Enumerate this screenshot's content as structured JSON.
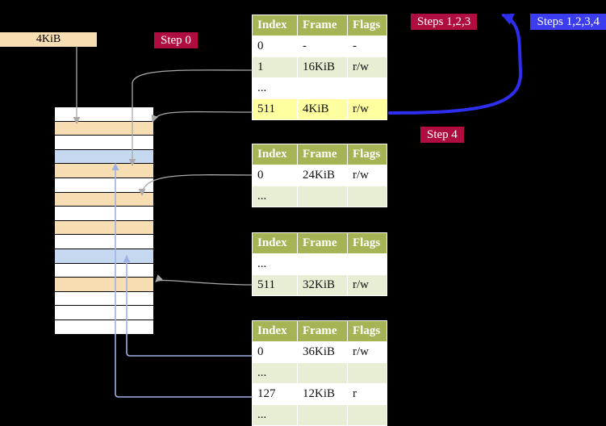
{
  "colors": {
    "crimson": "#b00d3f",
    "blue": "#3c3cf0",
    "wheat": "#f7ddb2",
    "light_blue": "#c7d9f1",
    "table_header": "#a6b455",
    "row_green": "#e7eed3",
    "row_yellow": "#feff9e",
    "arrow_gray": "#a9a9a9",
    "arrow_blue_thin": "#9db2e4",
    "arrow_blue_thick": "#2e2ef0"
  },
  "labels": {
    "frame_size": "4KiB",
    "step0": "Step 0",
    "steps123": "Steps 1,2,3",
    "steps1234": "Steps 1,2,3,4",
    "step4": "Step 4"
  },
  "memory": {
    "rows": [
      "white",
      "wheat",
      "white",
      "blue",
      "wheat",
      "white",
      "wheat",
      "white",
      "wheat",
      "white",
      "blue",
      "white",
      "wheat",
      "white",
      "white",
      "white"
    ]
  },
  "tables": [
    {
      "headers": [
        "Index",
        "Frame",
        "Flags"
      ],
      "rows": [
        {
          "bg": "white",
          "cells": [
            "0",
            "-",
            "-"
          ]
        },
        {
          "bg": "green",
          "cells": [
            "1",
            "16KiB",
            "r/w"
          ]
        },
        {
          "bg": "white",
          "cells": [
            "...",
            "",
            ""
          ]
        },
        {
          "bg": "yellow",
          "cells": [
            "511",
            "4KiB",
            "r/w"
          ]
        }
      ]
    },
    {
      "headers": [
        "Index",
        "Frame",
        "Flags"
      ],
      "rows": [
        {
          "bg": "white",
          "cells": [
            "0",
            "24KiB",
            "r/w"
          ]
        },
        {
          "bg": "green",
          "cells": [
            "...",
            "",
            ""
          ]
        }
      ]
    },
    {
      "headers": [
        "Index",
        "Frame",
        "Flags"
      ],
      "rows": [
        {
          "bg": "white",
          "cells": [
            "...",
            "",
            ""
          ]
        },
        {
          "bg": "green",
          "cells": [
            "511",
            "32KiB",
            "r/w"
          ]
        }
      ]
    },
    {
      "headers": [
        "Index",
        "Frame",
        "Flags"
      ],
      "rows": [
        {
          "bg": "white",
          "cells": [
            "0",
            "36KiB",
            "r/w"
          ]
        },
        {
          "bg": "green",
          "cells": [
            "...",
            "",
            ""
          ]
        },
        {
          "bg": "white",
          "cells": [
            "127",
            "12KiB",
            "r"
          ]
        },
        {
          "bg": "green",
          "cells": [
            "...",
            "",
            ""
          ]
        }
      ]
    }
  ]
}
